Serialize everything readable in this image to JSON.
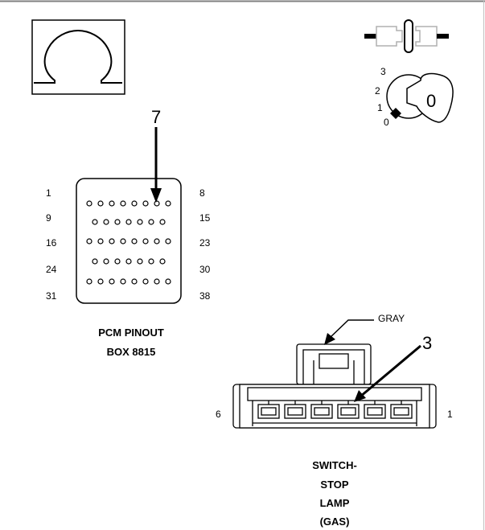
{
  "pcm": {
    "row_labels_left": [
      "1",
      "9",
      "16",
      "24",
      "31"
    ],
    "row_labels_right": [
      "8",
      "15",
      "23",
      "30",
      "38"
    ],
    "callout": "7",
    "caption_line1": "PCM PINOUT",
    "caption_line2": "BOX 8815"
  },
  "ignition": {
    "positions": [
      "3",
      "2",
      "1",
      "0"
    ],
    "key_label": "0"
  },
  "switch": {
    "wire_color": "GRAY",
    "callout": "3",
    "pin_left": "6",
    "pin_right": "1",
    "caption": [
      "SWITCH-",
      "STOP",
      "LAMP",
      "(GAS)"
    ]
  },
  "colors": {
    "line": "#000000",
    "frame": "#808080",
    "background": "#ffffff"
  },
  "icons": [
    "ohm-symbol-icon",
    "connector-icon",
    "ignition-key-icon"
  ]
}
